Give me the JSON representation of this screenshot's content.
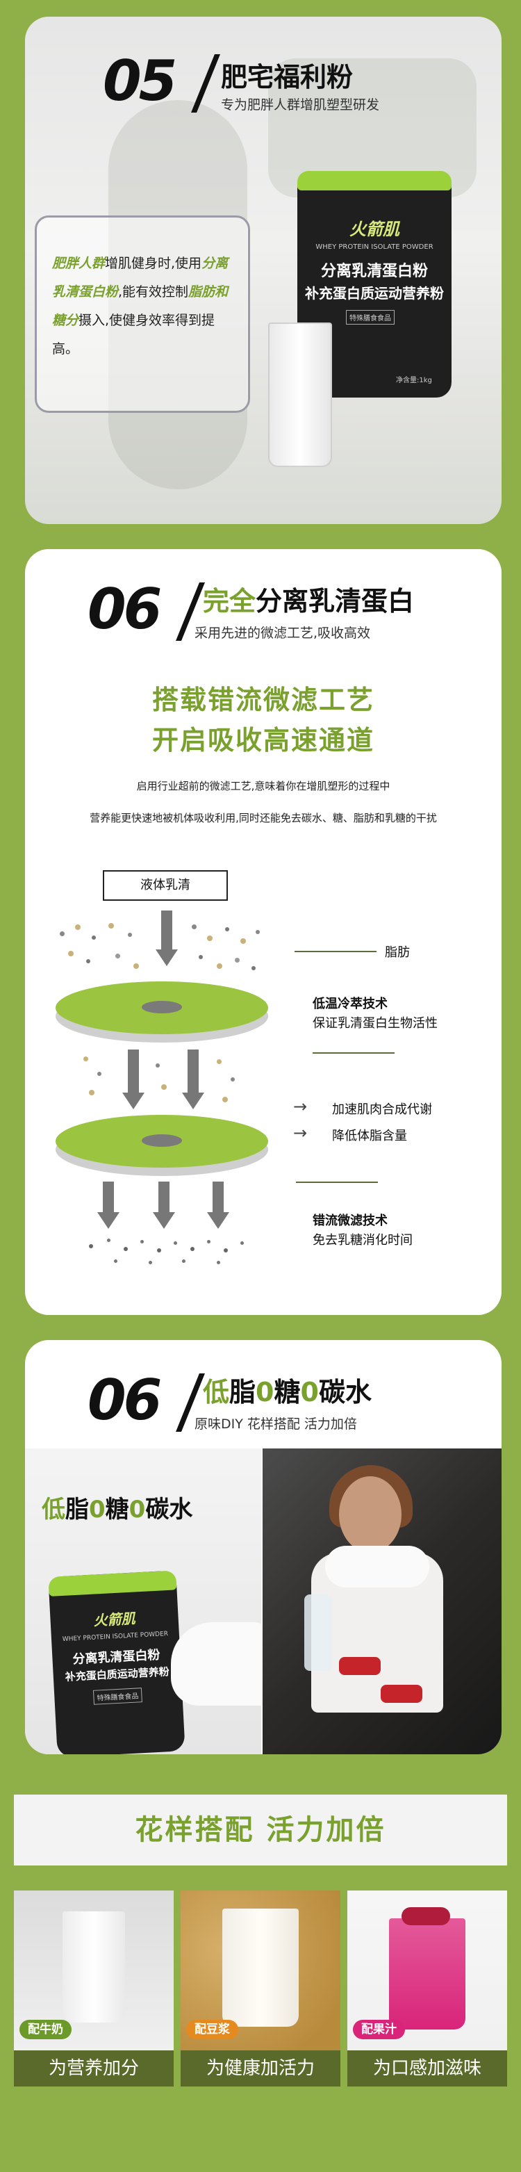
{
  "section05": {
    "number": "05",
    "title": "肥宅福利粉",
    "subtitle": "专为肥胖人群增肌塑型研发",
    "info": {
      "p1": "肥胖人群",
      "p2": "增肌健身时,使用",
      "p3": "分离乳清蛋白粉",
      "p4": ",能有效控制",
      "p5": "脂肪和糖分",
      "p6": "摄入,使健身效率得到提高。"
    }
  },
  "product": {
    "brand": "火箭肌",
    "en_label": "WHEY PROTEIN ISOLATE POWDER",
    "cn_line1": "分离乳清蛋白粉",
    "cn_line2": "补充蛋白质运动营养粉",
    "tag": "特殊膳食食品",
    "net": "净含量:1kg"
  },
  "section06a": {
    "number": "06",
    "title_green": "完全",
    "title_rest": "分离乳清蛋白",
    "subtitle": "采用先进的微滤工艺,吸收高效",
    "headline1": "搭载错流微滤工艺",
    "headline2": "开启吸收高速通道",
    "desc1": "启用行业超前的微滤工艺,意味着你在增肌塑形的过程中",
    "desc2": "营养能更快速地被机体吸收利用,同时还能免去碳水、糖、脂肪和乳糖的干扰",
    "box_label": "液体乳清",
    "ann_fat": "脂肪",
    "ann_low_bold": "低温冷萃技术",
    "ann_low_text": "保证乳清蛋白生物活性",
    "ann_speed": "加速肌肉合成代谢",
    "ann_reduce": "降低体脂含量",
    "ann_cross_bold": "错流微滤技术",
    "ann_cross_text": "免去乳糖消化时间"
  },
  "section06b": {
    "number": "06",
    "t1": "低",
    "t2": "脂",
    "t3": "0",
    "t4": "糖",
    "t5": "0",
    "t6": "碳水",
    "subtitle": "原味DIY 花样搭配 活力加倍",
    "photo_text": {
      "a": "低",
      "b": "脂",
      "c": "0",
      "d": "糖",
      "e": "0",
      "f": "碳水"
    }
  },
  "mix": {
    "title": "花样搭配 活力加倍",
    "tiles": [
      {
        "badge": "配牛奶",
        "caption": "为营养加分",
        "badge_color": "#6b9a2a"
      },
      {
        "badge": "配豆浆",
        "caption": "为健康加活力",
        "badge_color": "#e58a1f"
      },
      {
        "badge": "配果汁",
        "caption": "为口感加滋味",
        "badge_color": "#d9247a"
      }
    ]
  },
  "colors": {
    "accent": "#7aa12e",
    "page_bg": "#8fb048"
  }
}
